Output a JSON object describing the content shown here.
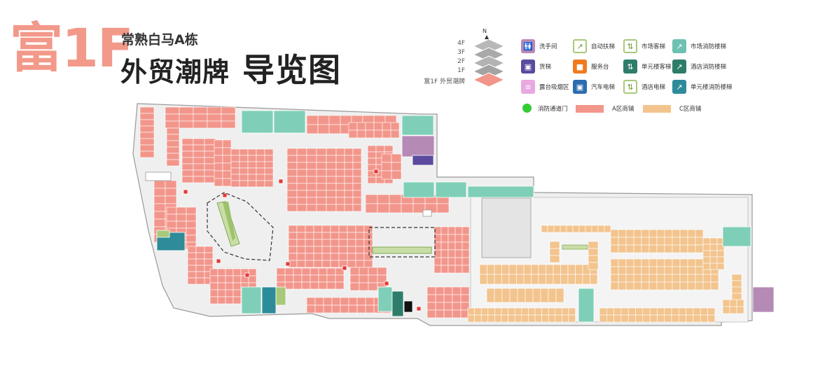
{
  "header": {
    "prefix": "富1F",
    "subtitle": "常熟白马A栋",
    "title": "外贸潮牌",
    "guide": "导览图"
  },
  "floors": {
    "compass": "N",
    "items": [
      "4F",
      "3F",
      "2F",
      "1F",
      "富1F 外贸潮牌"
    ]
  },
  "legend": [
    {
      "label": "洗手间",
      "icon": "toilet-icon",
      "color": "#b58ab5"
    },
    {
      "label": "自动扶梯",
      "icon": "escalator-icon",
      "color": "#a9c97a"
    },
    {
      "label": "市场客梯",
      "icon": "elevator-icon",
      "color": "#a9c97a"
    },
    {
      "label": "市场消防楼梯",
      "icon": "fire-stairs-icon",
      "color": "#6dc1b3"
    },
    {
      "label": "货梯",
      "icon": "freight-elevator-icon",
      "color": "#5b4a9e"
    },
    {
      "label": "服务台",
      "icon": "service-desk-icon",
      "color": "#f07b1f"
    },
    {
      "label": "单元楼客梯",
      "icon": "unit-elevator-icon",
      "color": "#2e7d6b"
    },
    {
      "label": "酒店消防楼梯",
      "icon": "hotel-fire-stairs-icon",
      "color": "#2e7d6b"
    },
    {
      "label": "露台吸烟区",
      "icon": "smoking-icon",
      "color": "#e9a8e0"
    },
    {
      "label": "汽车电梯",
      "icon": "car-elevator-icon",
      "color": "#2c6cb0"
    },
    {
      "label": "酒店电梯",
      "icon": "hotel-elevator-icon",
      "color": "#a9c97a"
    },
    {
      "label": "单元楼消防楼梯",
      "icon": "unit-fire-stairs-icon",
      "color": "#2e8b9a"
    }
  ],
  "legend_zones": [
    {
      "label": "消防通道门",
      "icon": "fire-exit-dot",
      "color": "#33cc33"
    },
    {
      "label": "A区商铺",
      "color": "#f2968b"
    },
    {
      "label": "C区商铺",
      "color": "#f3c48e"
    }
  ],
  "colors": {
    "zoneA": "#f2968b",
    "zoneC": "#f3c48e",
    "stairs": "#7fcfb8",
    "restroom": "#b58ab5",
    "corridor": "#ececec"
  }
}
